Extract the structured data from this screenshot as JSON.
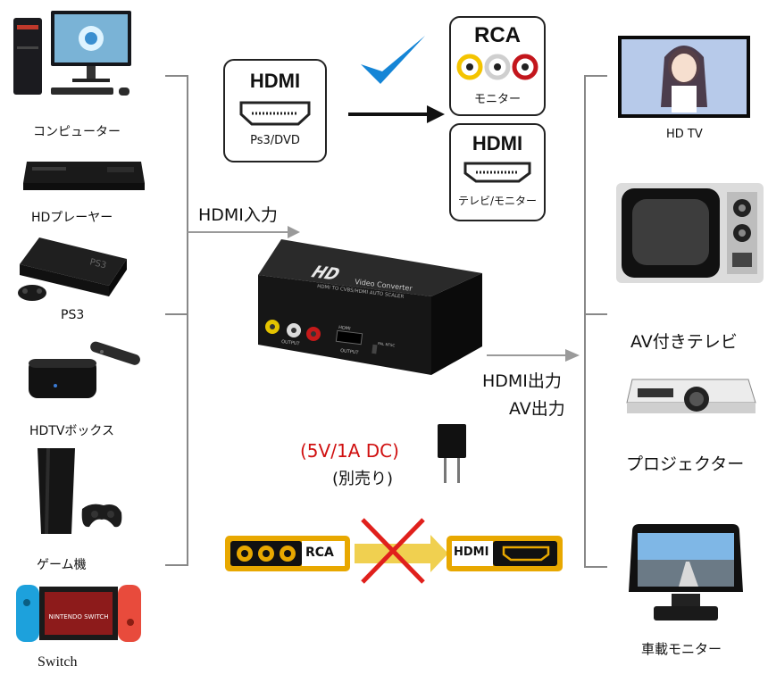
{
  "sources": {
    "computer": "コンピューター",
    "hd_player": "HDプレーヤー",
    "ps3": "PS3",
    "hdtv_box": "HDTVボックス",
    "game": "ゲーム機",
    "switch": "Switch"
  },
  "ps3_logo_text": "PS3",
  "switch_logo_text": "NINTENDO SWITCH",
  "hdmi_input": "HDMI入力",
  "source_badge": {
    "title": "HDMI",
    "sub": "Ps3/DVD"
  },
  "rca_badge": {
    "title": "RCA",
    "sub": "モニター"
  },
  "hdmi_badge": {
    "title": "HDMI",
    "sub": "テレビ/モニター"
  },
  "converter": {
    "brand": "HD",
    "name": "Video Converter",
    "subtitle": "HDMI TO CVBS/HDMI AUTO SCALER",
    "output_label": "OUTPUT",
    "hdmi_port_label": "HDMI",
    "hdmi_output_label": "OUTPUT",
    "switch_label": "PAL NTSC"
  },
  "output_lines": [
    "HDMI出力",
    "AV出力"
  ],
  "power": {
    "spec": "(5V/1A DC)",
    "note": "(別売り)"
  },
  "cable": {
    "rca": "RCA",
    "hdmi": "HDMI"
  },
  "outputs": {
    "hdtv": "HD TV",
    "av_tv": "AV付きテレビ",
    "projector": "プロジェクター",
    "car_monitor": "車載モニター"
  }
}
